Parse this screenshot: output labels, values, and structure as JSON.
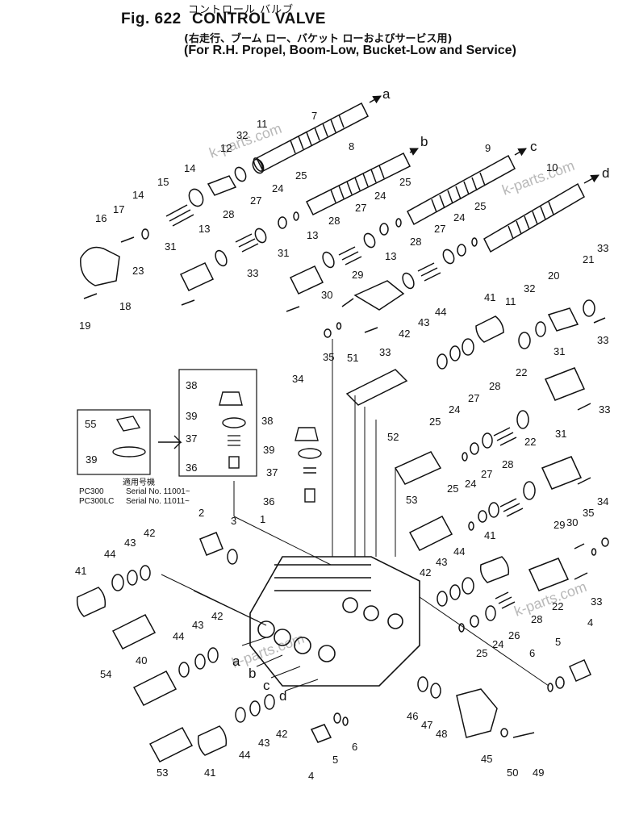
{
  "header": {
    "jp_title": "コントロール バルブ",
    "fig_label": "Fig. 622",
    "title": "CONTROL VALVE",
    "subtitle_jp": "(右走行、ブーム ロー、バケット ローおよびサービス用)",
    "subtitle_en": "(For R.H. Propel, Boom-Low, Bucket-Low and Service)"
  },
  "watermark": "k-parts.com",
  "inset": {
    "applic_jp": "適用号機",
    "rows": [
      {
        "model": "PC300",
        "serial": "Serial No. 11001~"
      },
      {
        "model": "PC300LC",
        "serial": "Serial No. 11011~"
      }
    ]
  },
  "spool_letters": [
    "a",
    "b",
    "c",
    "d"
  ],
  "callouts": [
    "1",
    "2",
    "3",
    "4",
    "5",
    "6",
    "7",
    "8",
    "9",
    "10",
    "11",
    "12",
    "13",
    "14",
    "15",
    "16",
    "17",
    "18",
    "19",
    "20",
    "21",
    "22",
    "23",
    "24",
    "25",
    "26",
    "27",
    "28",
    "29",
    "30",
    "31",
    "32",
    "33",
    "34",
    "35",
    "36",
    "37",
    "38",
    "39",
    "40",
    "41",
    "42",
    "43",
    "44",
    "45",
    "46",
    "47",
    "48",
    "49",
    "50",
    "51",
    "52",
    "53",
    "54",
    "55"
  ]
}
